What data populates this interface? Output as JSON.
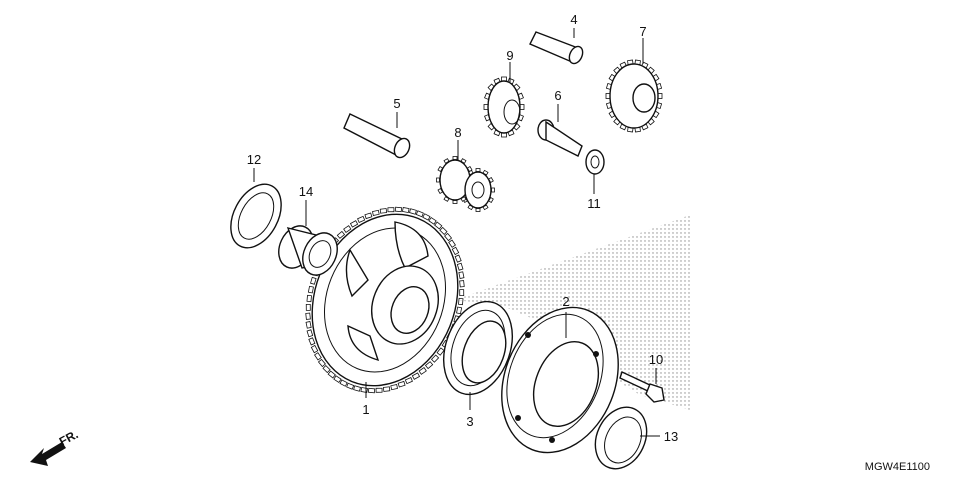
{
  "diagram": {
    "code": "MGW4E1100",
    "direction_label": "FR.",
    "callouts": [
      {
        "id": "c1",
        "text": "1"
      },
      {
        "id": "c2",
        "text": "2"
      },
      {
        "id": "c3",
        "text": "3"
      },
      {
        "id": "c4",
        "text": "4"
      },
      {
        "id": "c5",
        "text": "5"
      },
      {
        "id": "c6",
        "text": "6"
      },
      {
        "id": "c7",
        "text": "7"
      },
      {
        "id": "c8",
        "text": "8"
      },
      {
        "id": "c9",
        "text": "9"
      },
      {
        "id": "c10",
        "text": "10"
      },
      {
        "id": "c11",
        "text": "11"
      },
      {
        "id": "c12",
        "text": "12"
      },
      {
        "id": "c13",
        "text": "13"
      },
      {
        "id": "c14",
        "text": "14"
      }
    ]
  }
}
